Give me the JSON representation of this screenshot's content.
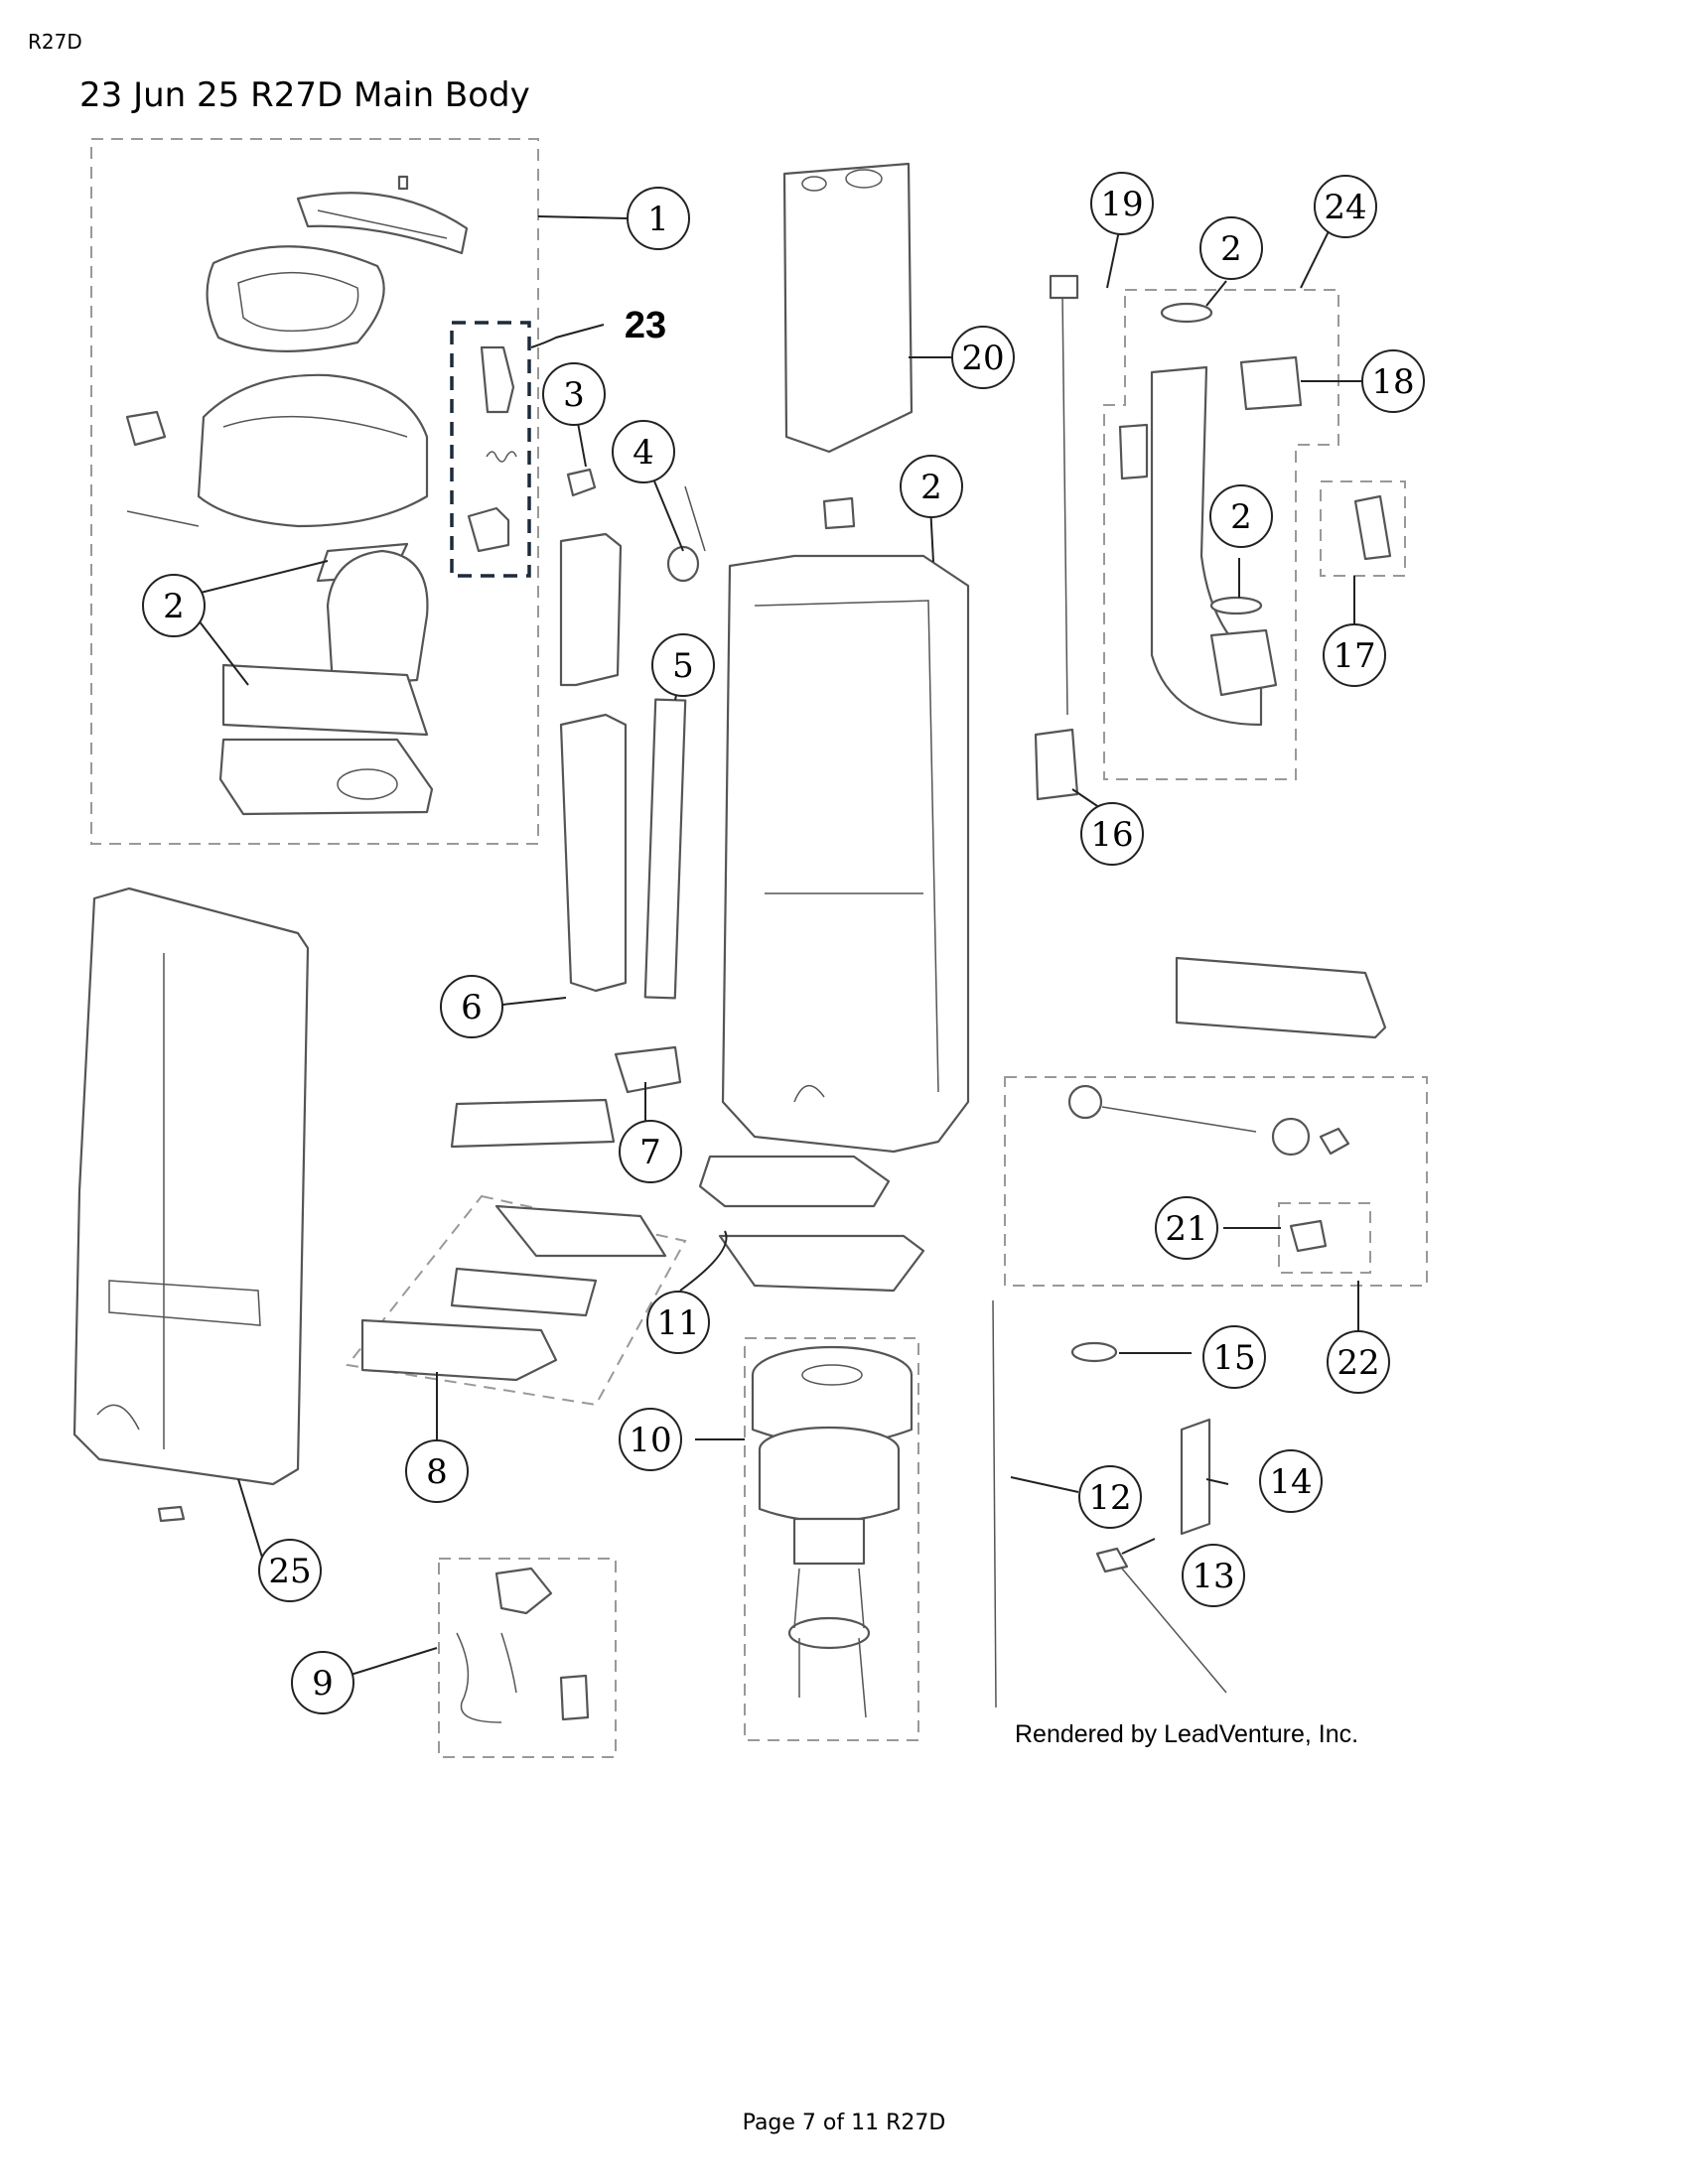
{
  "header": {
    "code": "R27D",
    "title": "23 Jun 25 R27D Main Body"
  },
  "footer": {
    "page": "Page 7 of 11 R27D"
  },
  "diagram": {
    "credit": "Rendered by LeadVenture, Inc.",
    "callouts": [
      "1",
      "2",
      "3",
      "4",
      "5",
      "6",
      "7",
      "8",
      "9",
      "10",
      "11",
      "12",
      "13",
      "14",
      "15",
      "16",
      "17",
      "18",
      "19",
      "20",
      "21",
      "22",
      "23",
      "24",
      "25"
    ],
    "callout_2_repeats": [
      "2",
      "2",
      "2",
      "2"
    ]
  }
}
